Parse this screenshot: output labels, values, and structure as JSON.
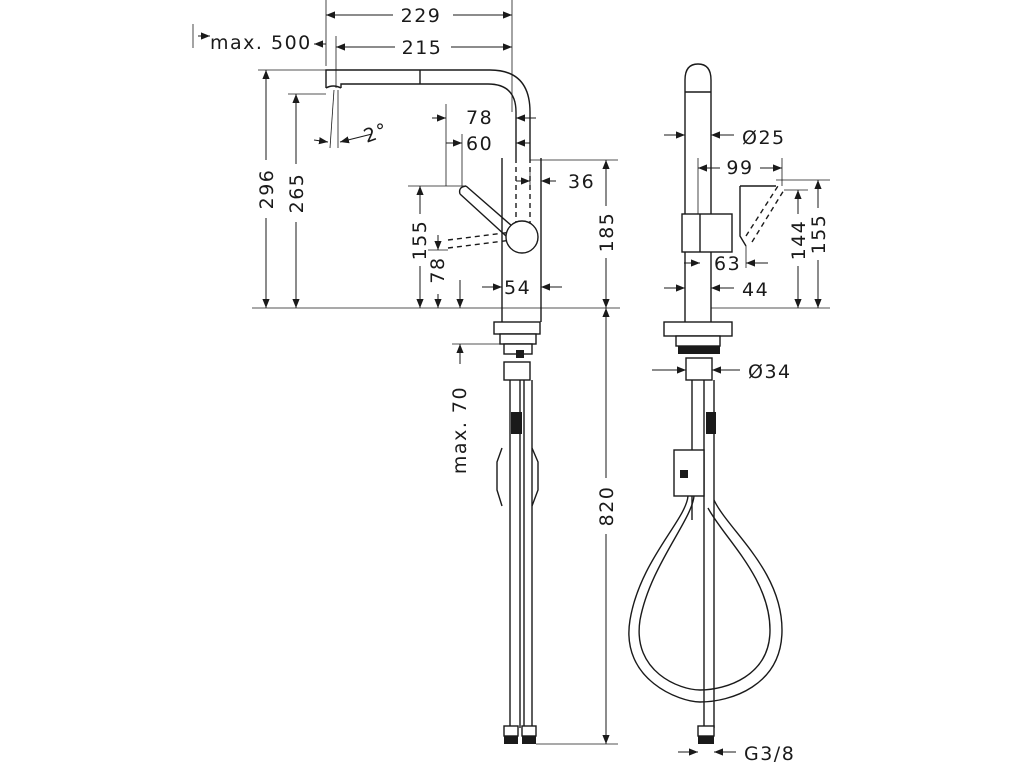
{
  "colors": {
    "line": "#1a1a1a",
    "background": "#ffffff"
  },
  "dims": {
    "d229": "229",
    "d215": "215",
    "max500": "max. 500",
    "angle2": "2°",
    "d296": "296",
    "d265": "265",
    "d78a": "78",
    "d60": "60",
    "d36": "36",
    "d155a": "155",
    "d78b": "78",
    "d185": "185",
    "d54": "54",
    "max70": "max. 70",
    "d820": "820",
    "d25": "Ø25",
    "d99": "99",
    "d63": "63",
    "d44": "44",
    "d144": "144",
    "d155b": "155",
    "d34": "Ø34",
    "g38": "G3/8"
  }
}
